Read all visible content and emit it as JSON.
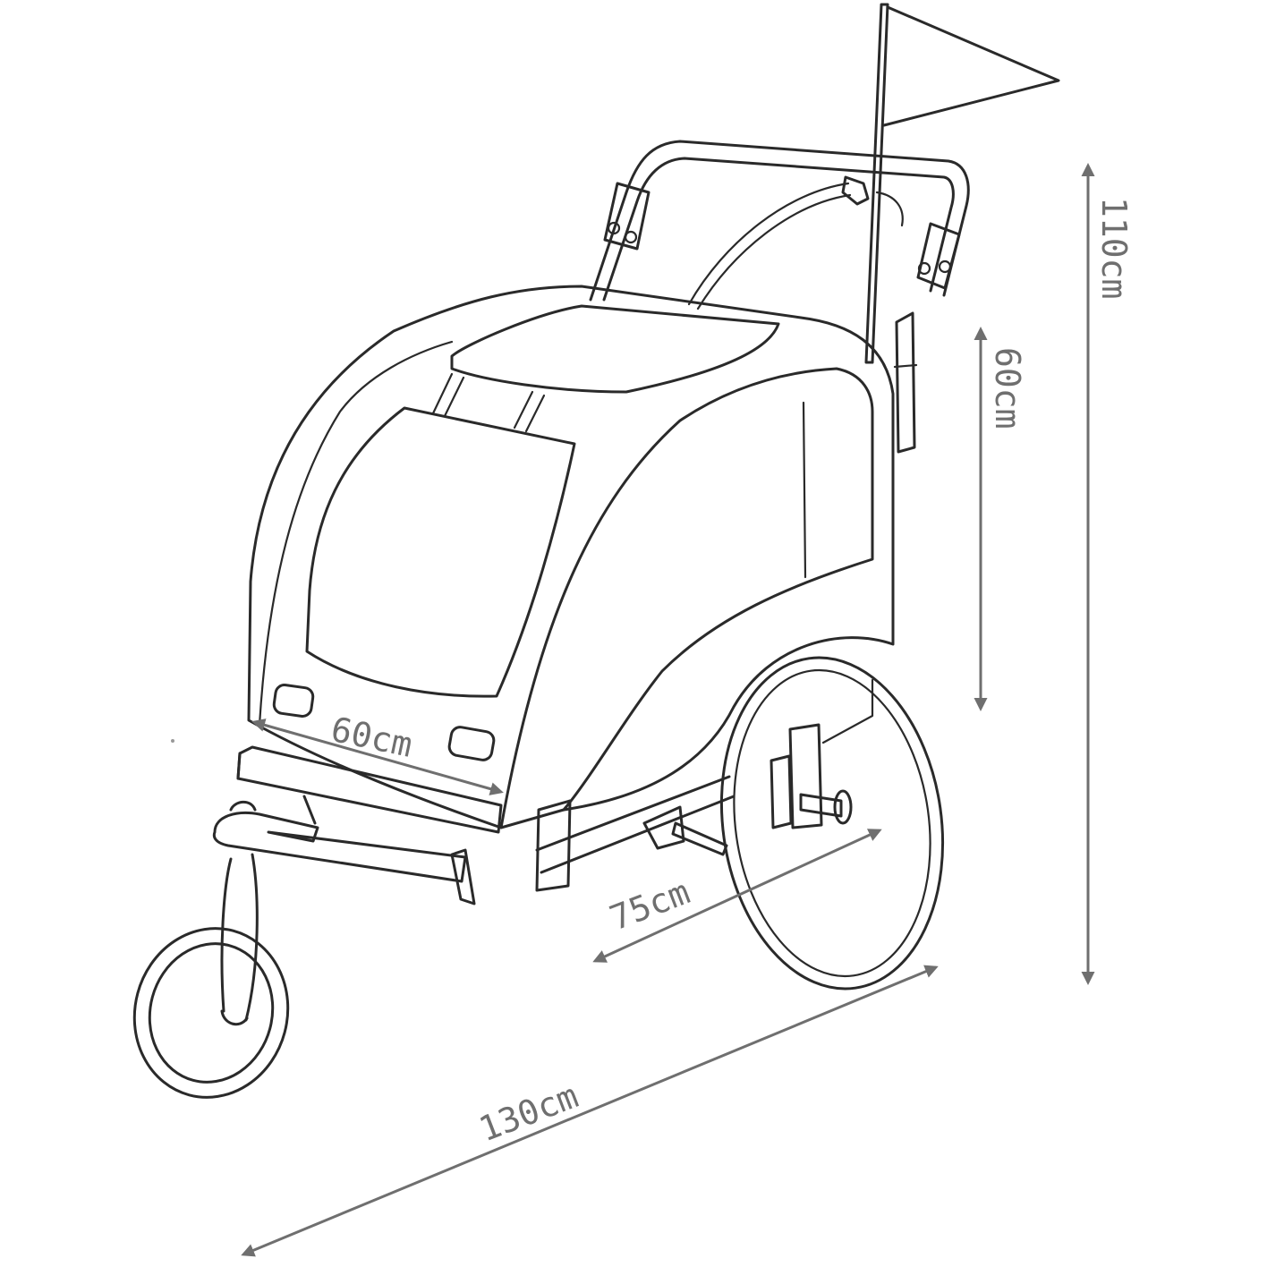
{
  "dimensions": {
    "width_front": "60cm",
    "height_total": "110cm",
    "height_cabin": "60cm",
    "wheelbase": "75cm",
    "length_total": "130cm"
  },
  "colors": {
    "outline": "#2a2a2a",
    "dimension": "#6f6f6f",
    "background": "#ffffff"
  }
}
